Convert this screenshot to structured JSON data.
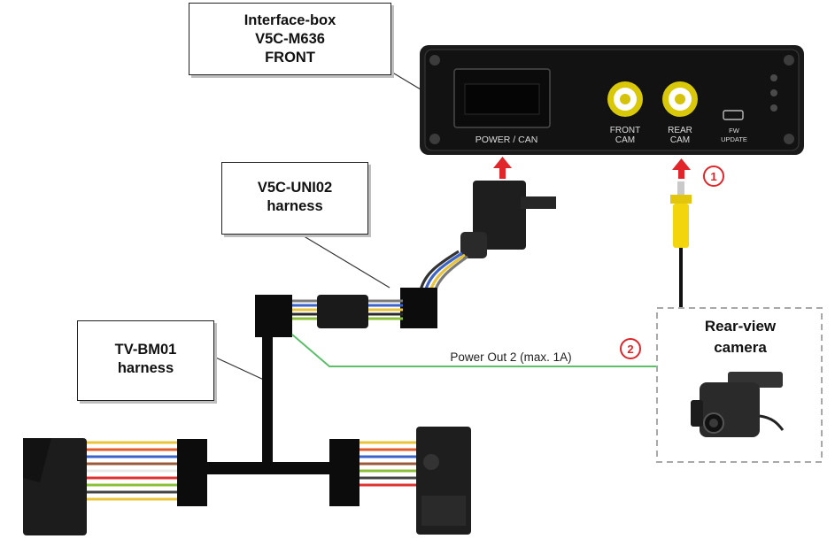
{
  "callouts": {
    "interface_box": {
      "line1": "Interface-box",
      "line2": "V5C-M636",
      "line3": "FRONT"
    },
    "uni02": {
      "line1": "V5C-UNI02",
      "line2": "harness"
    },
    "bm01": {
      "line1": "TV-BM01",
      "line2": "harness"
    }
  },
  "device_labels": {
    "power_can": "POWER / CAN",
    "front_cam_1": "FRONT",
    "front_cam_2": "CAM",
    "rear_cam_1": "REAR",
    "rear_cam_2": "CAM",
    "fw_1": "FW",
    "fw_2": "UPDATE"
  },
  "steps": {
    "step1": "1",
    "step2": "2"
  },
  "wire_label": "Power Out 2 (max. 1A)",
  "camera_box": {
    "line1": "Rear-view",
    "line2": "camera"
  },
  "colors": {
    "step_red": "#e0262b",
    "power_wire_green": "#5cbf6a",
    "rca_yellow": "#f2d50c",
    "device_body": "#1a1a1a"
  }
}
